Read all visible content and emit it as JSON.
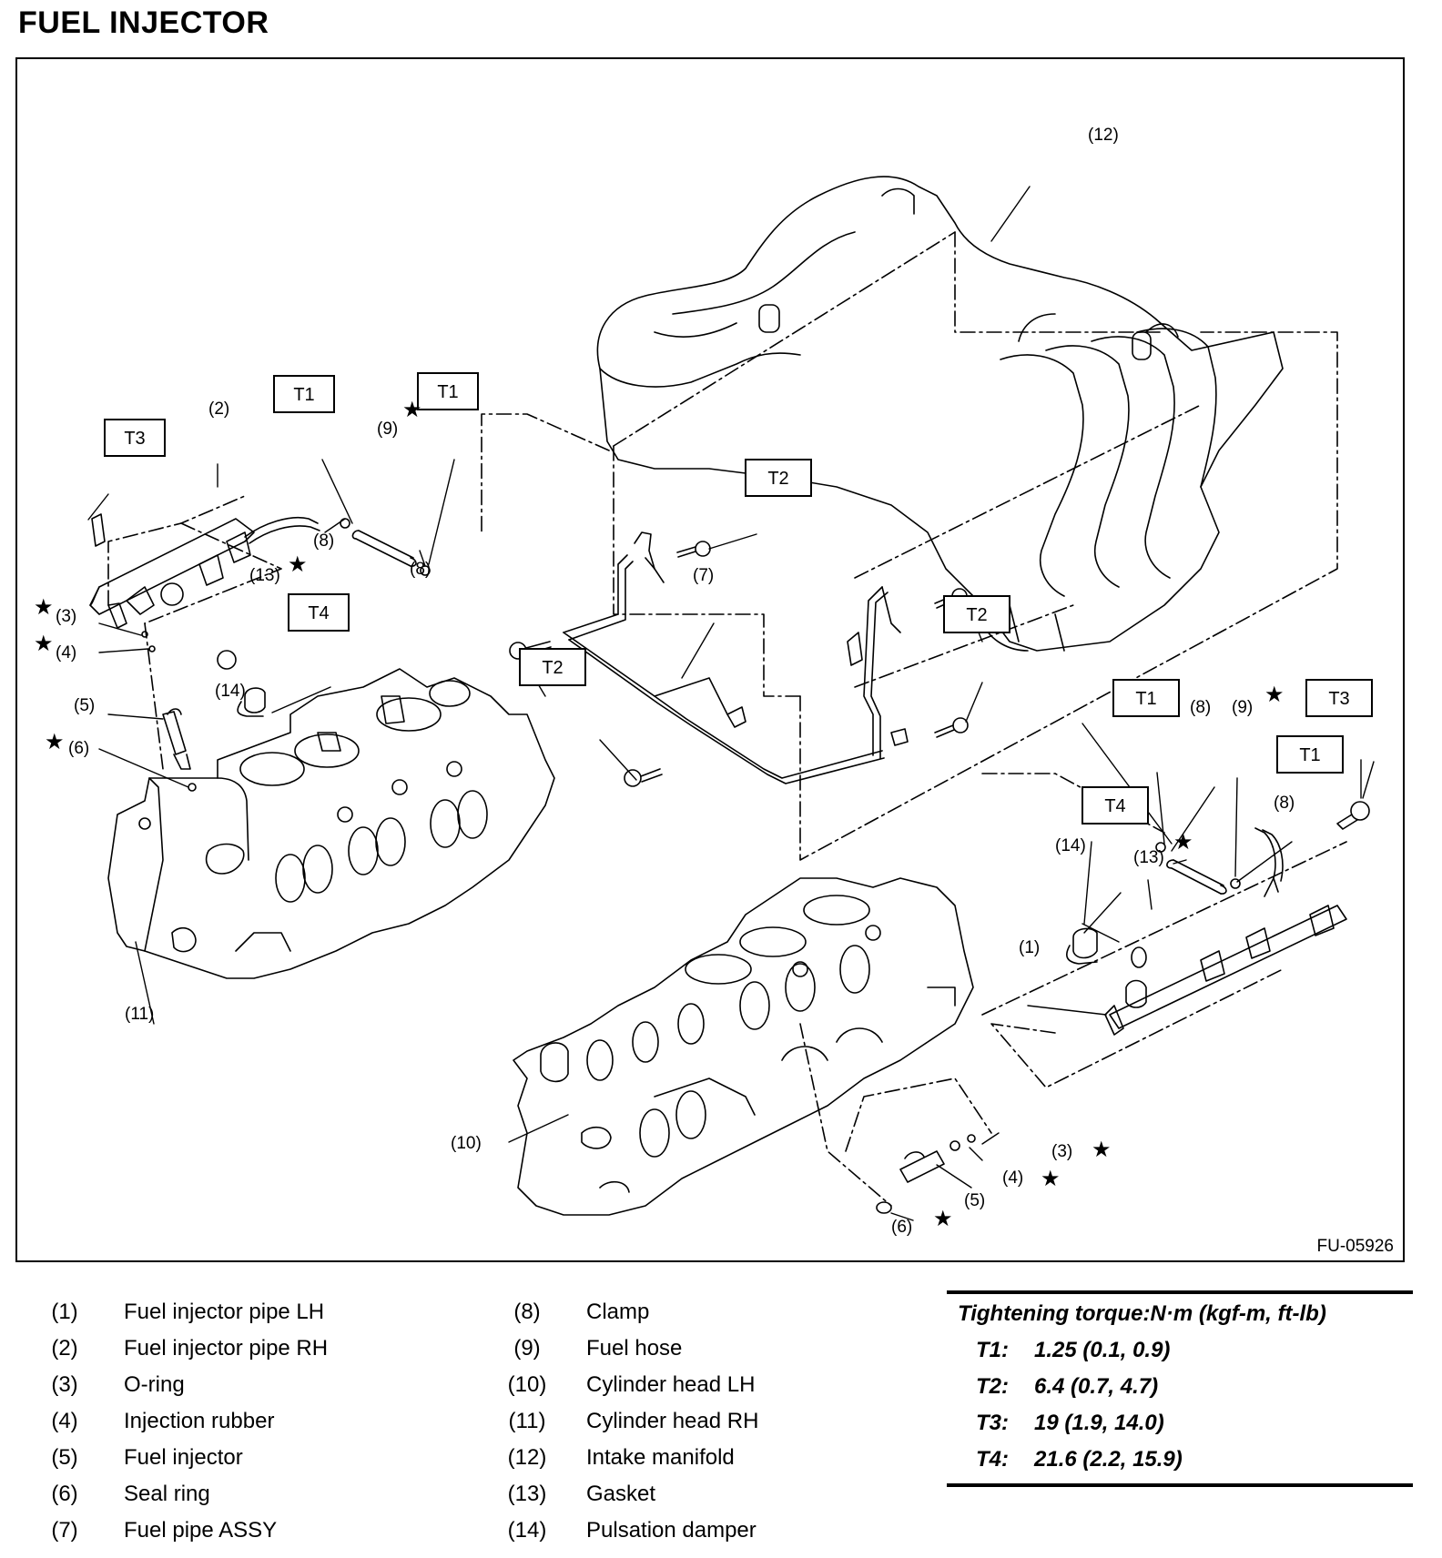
{
  "title": "FUEL INJECTOR",
  "figure_code": "FU-05926",
  "callouts": {
    "p1": "(1)",
    "p2": "(2)",
    "p3a": "(3)",
    "p3b": "(3)",
    "p4a": "(4)",
    "p4b": "(4)",
    "p5a": "(5)",
    "p5b": "(5)",
    "p6a": "(6)",
    "p6b": "(6)",
    "p7": "(7)",
    "p8a": "(8)",
    "p8b": "(8)",
    "p8c": "(8)",
    "p8d": "(8)",
    "p9a": "(9)",
    "p9b": "(9)",
    "p10": "(10)",
    "p11": "(11)",
    "p12": "(12)",
    "p13a": "(13)",
    "p13b": "(13)",
    "p14a": "(14)",
    "p14b": "(14)",
    "star": "★",
    "t1": "T1",
    "t2": "T2",
    "t3": "T3",
    "t4": "T4"
  },
  "legend": {
    "left": [
      {
        "num": "(1)",
        "label": "Fuel injector pipe LH"
      },
      {
        "num": "(2)",
        "label": "Fuel injector pipe RH"
      },
      {
        "num": "(3)",
        "label": "O-ring"
      },
      {
        "num": "(4)",
        "label": "Injection rubber"
      },
      {
        "num": "(5)",
        "label": "Fuel injector"
      },
      {
        "num": "(6)",
        "label": "Seal ring"
      },
      {
        "num": "(7)",
        "label": "Fuel pipe ASSY"
      }
    ],
    "right": [
      {
        "num": "(8)",
        "label": "Clamp"
      },
      {
        "num": "(9)",
        "label": "Fuel hose"
      },
      {
        "num": "(10)",
        "label": "Cylinder head LH"
      },
      {
        "num": "(11)",
        "label": "Cylinder head RH"
      },
      {
        "num": "(12)",
        "label": "Intake manifold"
      },
      {
        "num": "(13)",
        "label": "Gasket"
      },
      {
        "num": "(14)",
        "label": "Pulsation damper"
      }
    ]
  },
  "torque": {
    "heading": "Tightening torque:N·m (kgf-m, ft-lb)",
    "rows": [
      {
        "code": "T1:",
        "value": "1.25 (0.1, 0.9)"
      },
      {
        "code": "T2:",
        "value": "6.4 (0.7, 4.7)"
      },
      {
        "code": "T3:",
        "value": "19 (1.9, 14.0)"
      },
      {
        "code": "T4:",
        "value": "21.6 (2.2, 15.9)"
      }
    ]
  }
}
